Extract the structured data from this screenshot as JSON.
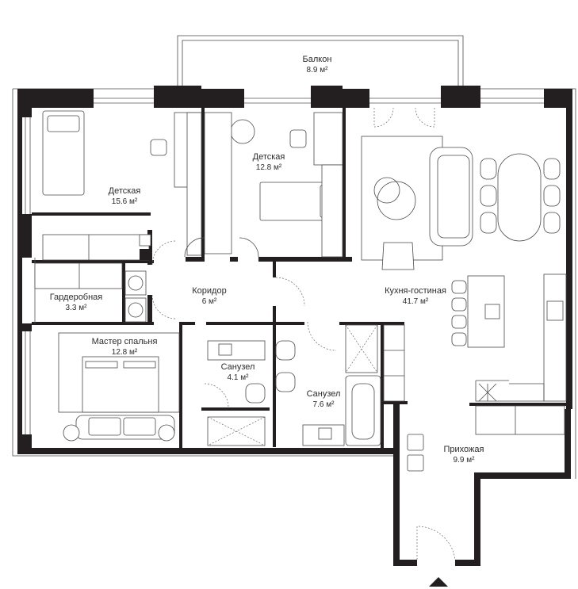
{
  "rooms": {
    "balcony": {
      "name": "Балкон",
      "area": "8.9 м²"
    },
    "kids_left": {
      "name": "Детская",
      "area": "15.6 м²"
    },
    "kids_center": {
      "name": "Детская",
      "area": "12.8 м²"
    },
    "wardrobe": {
      "name": "Гардеробная",
      "area": "3.3 м²"
    },
    "corridor": {
      "name": "Коридор",
      "area": "6 м²"
    },
    "kitchen_living": {
      "name": "Кухня-гостиная",
      "area": "41.7 м²"
    },
    "master": {
      "name": "Мастер спальня",
      "area": "12.8 м²"
    },
    "bath_small": {
      "name": "Санузел",
      "area": "4.1 м²"
    },
    "bath_large": {
      "name": "Санузел",
      "area": "7.6 м²"
    },
    "hall": {
      "name": "Прихожая",
      "area": "9.9 м²"
    }
  },
  "colors": {
    "wall": "#231f20",
    "line": "#4a4a4a",
    "text": "#2b2b2b"
  },
  "entrance": {
    "icon": "entrance-arrow-icon"
  }
}
